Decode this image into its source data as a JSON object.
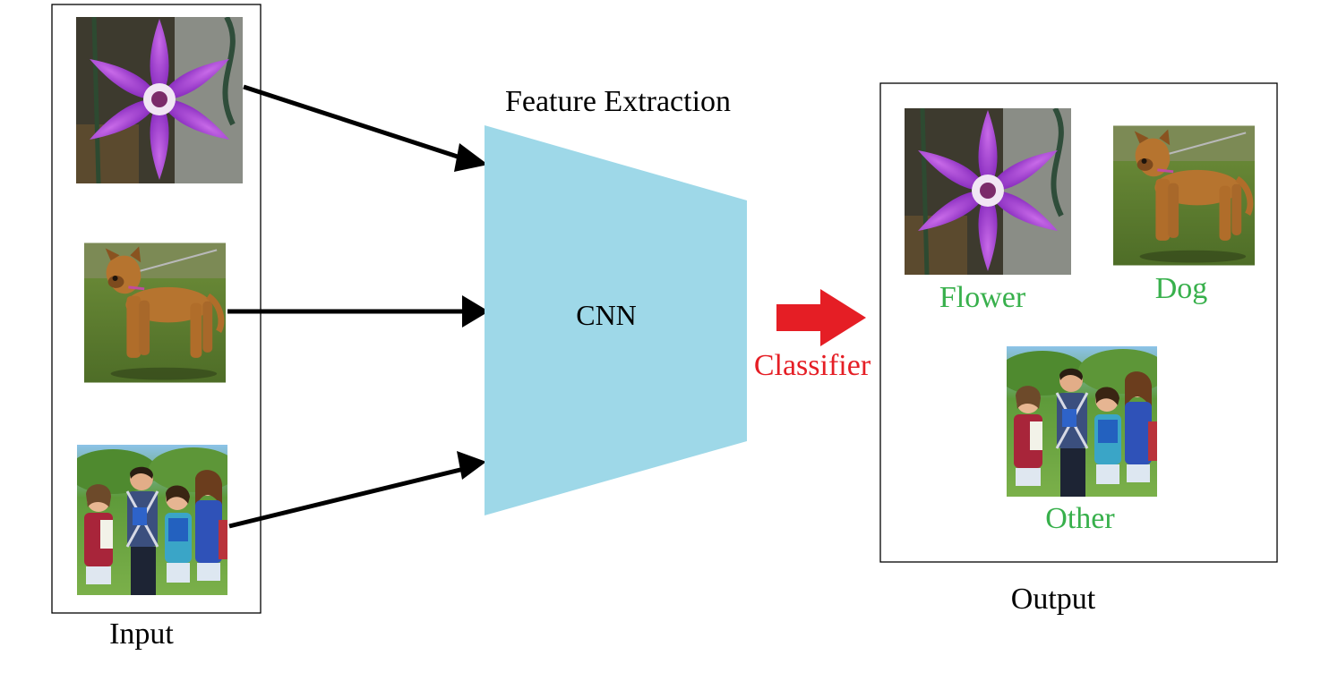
{
  "diagram": {
    "input_label": "Input",
    "feature_label": "Feature Extraction",
    "cnn_label": "CNN",
    "classifier_label": "Classifier",
    "output_label": "Output",
    "classes": {
      "flower": "Flower",
      "dog": "Dog",
      "other": "Other"
    }
  },
  "colors": {
    "cnn_fill": "#9ed8e8",
    "classifier_red": "#e51e25",
    "class_green": "#38b04c",
    "arrow": "#000000"
  },
  "icons": {
    "flower_photo": "purple-clematis-flower-photo",
    "dog_photo": "brown-dog-photo",
    "people_photo": "group-of-students-photo"
  }
}
